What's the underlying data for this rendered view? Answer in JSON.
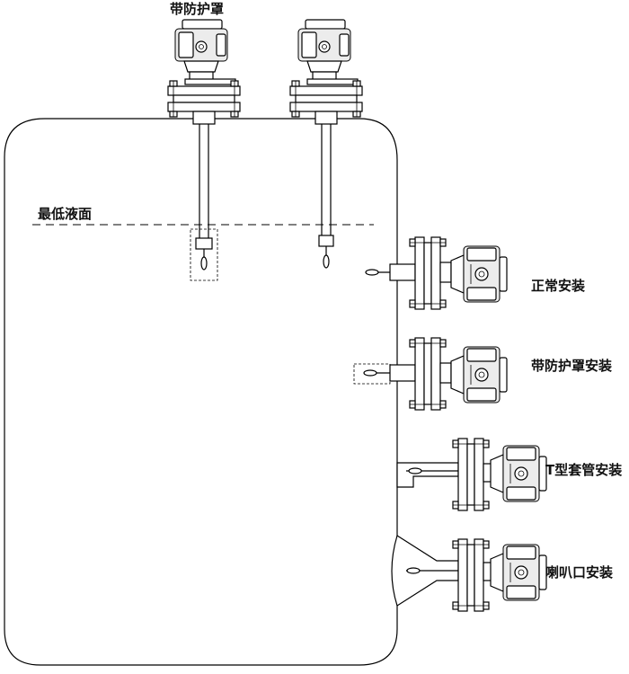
{
  "labels": {
    "top_label": "带防护罩",
    "level_label": "最低液面",
    "normal": "正常安装",
    "guarded": "带防护罩安装",
    "t_sleeve": "T型套管安装",
    "horn": "喇叭口安装"
  }
}
